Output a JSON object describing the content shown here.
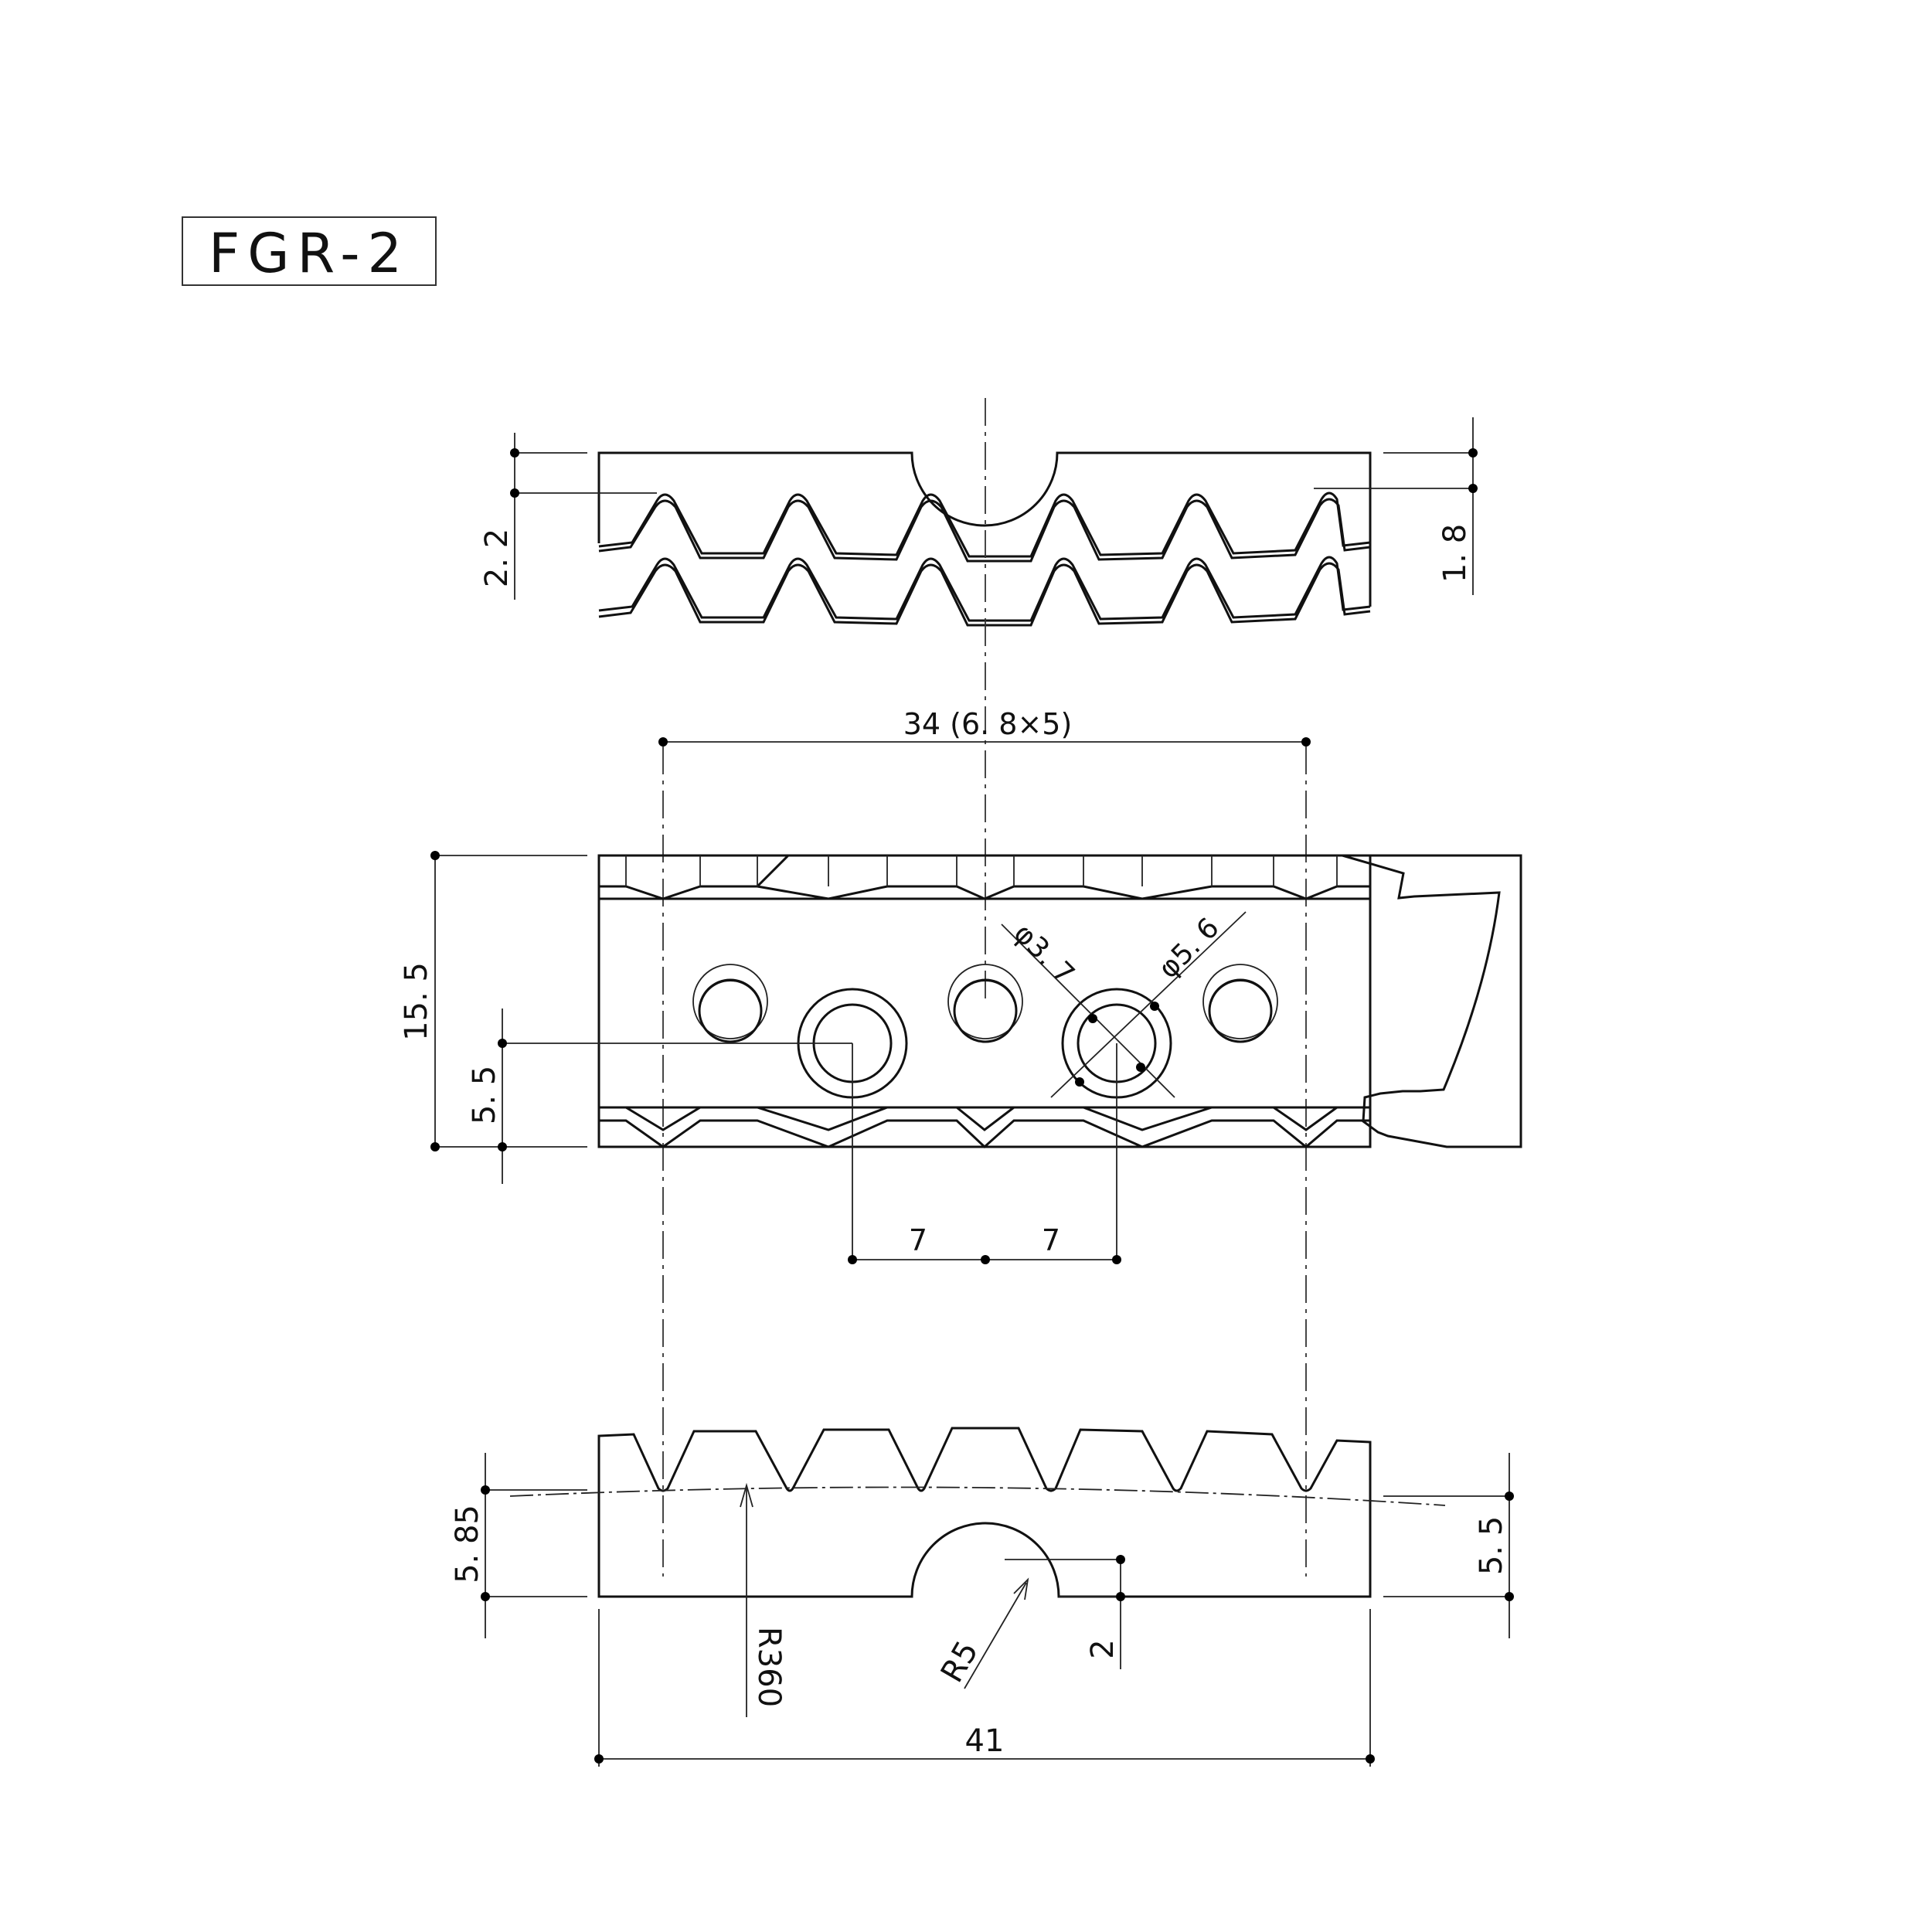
{
  "drawing": {
    "part_number": "FGR-2",
    "top_view": {
      "left_dimension": "2. 2",
      "right_dimension": "1. 8"
    },
    "front_view": {
      "pitch_dimension": "34 (6. 8×5)",
      "height_dimension": "15. 5",
      "hole_height_dimension": "5. 5",
      "small_hole_diameter": "φ3. 7",
      "large_hole_diameter": "φ5. 6",
      "left_spacing": "7",
      "right_spacing": "7"
    },
    "bottom_view": {
      "left_height": "5. 85",
      "right_height": "5. 5",
      "curvature_radius": "R360",
      "notch_radius": "R5",
      "notch_depth": "2",
      "overall_length": "41"
    }
  }
}
